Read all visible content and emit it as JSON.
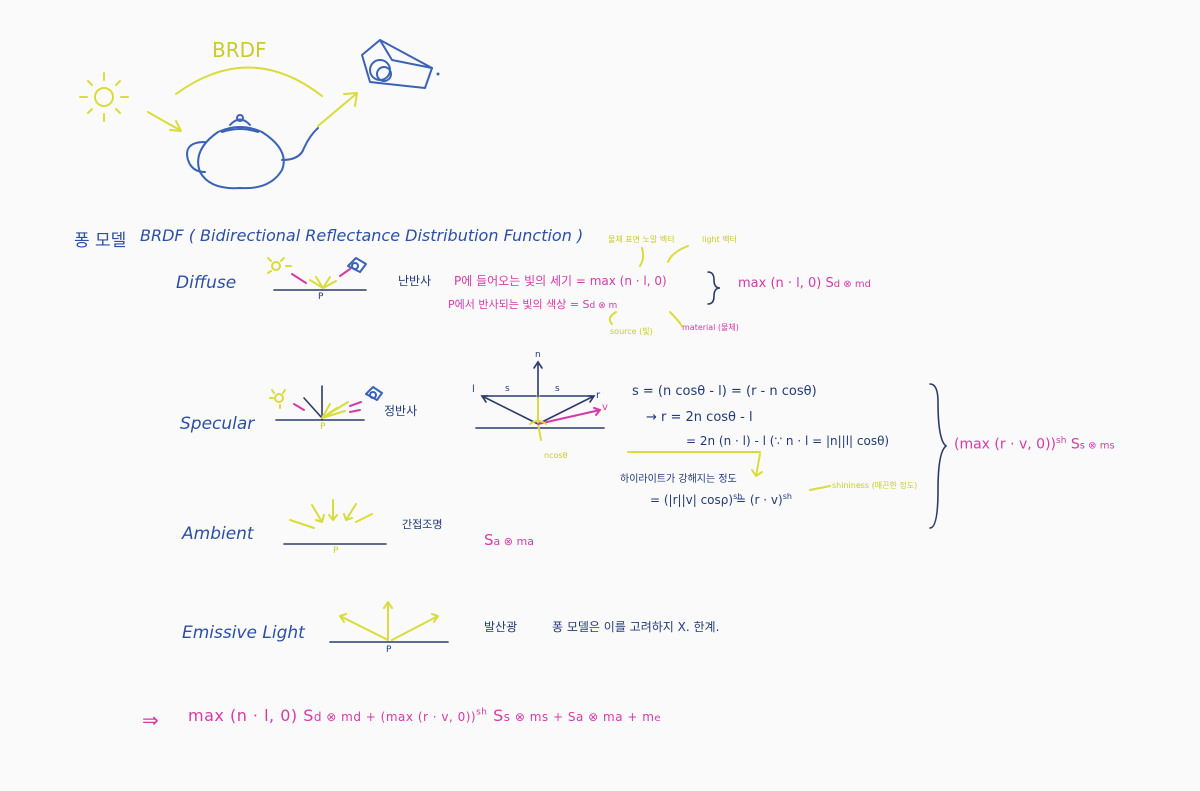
{
  "top": {
    "brdf_label": "BRDF"
  },
  "heading": {
    "prefix": "퐁 모델",
    "title": "BRDF ( Bidirectional   Reflectance   Distribution  Function )"
  },
  "diffuse": {
    "label": "Diffuse",
    "korean": "난반사",
    "annot_normal": "물체 표면 노말 벡터",
    "annot_light": "light 벡터",
    "line1": "P에 들어오는 빛의 세기 = max (n · l, 0)",
    "line2": "P에서 반사되는 빛의 색상 = S",
    "line2_tail": "d ⊗ m",
    "annot_source": "source (빛)",
    "annot_material": "material (물체)",
    "result": "max (n · l, 0)  S",
    "result_tail": "d ⊗ m",
    "result_end": "d",
    "p_label": "P"
  },
  "specular": {
    "label": "Specular",
    "korean": "정반사",
    "eq1": "s = (n cosθ - l) = (r - n cosθ)",
    "eq2": "→  r = 2n cosθ - l",
    "eq3": "= 2n (n · l) - l   (∵ n · l = |n||l| cosθ)",
    "korean2": "하이라이트가 강해지는 정도",
    "eq4": "= (|r||v| cosρ)",
    "eq4_sup": "sh",
    "eq5": "= (r · v)",
    "eq5_sup": "sh",
    "annot_shininess": "shininess (매끈한 정도)",
    "result": "(max (r · v, 0))",
    "result_sup": "sh",
    "result_tail": "S",
    "result_tail2": "s ⊗ m",
    "result_end": "s",
    "ncos": "ncosθ",
    "lbl_n": "n",
    "lbl_l": "l",
    "lbl_r": "r",
    "lbl_s1": "s",
    "lbl_s2": "s",
    "lbl_v": "v",
    "lbl_p": "P"
  },
  "ambient": {
    "label": "Ambient",
    "korean": "간접조명",
    "formula": "S",
    "formula_tail": "a ⊗ m",
    "formula_end": "a",
    "p_label": "P"
  },
  "emissive": {
    "label": "Emissive  Light",
    "korean": "발산광",
    "note": "퐁 모델은 이를 고려하지 X. 한계.",
    "p_label": "P"
  },
  "final": {
    "arrow": "⇒",
    "formula": "max (n · l, 0) S",
    "f2": "d ⊗ m",
    "f3": "d + (max (r · v, 0))",
    "sup": "sh",
    "f4": "S",
    "f5": "s ⊗ m",
    "f6": "s + S",
    "f7": "a ⊗ m",
    "f8": "a + m",
    "f9": "e"
  },
  "colors": {
    "blue_ink": "#3a63b8",
    "pink_ink": "#d63aa8",
    "yellow_ink": "#d9dc3a",
    "background": "#fafafa"
  }
}
